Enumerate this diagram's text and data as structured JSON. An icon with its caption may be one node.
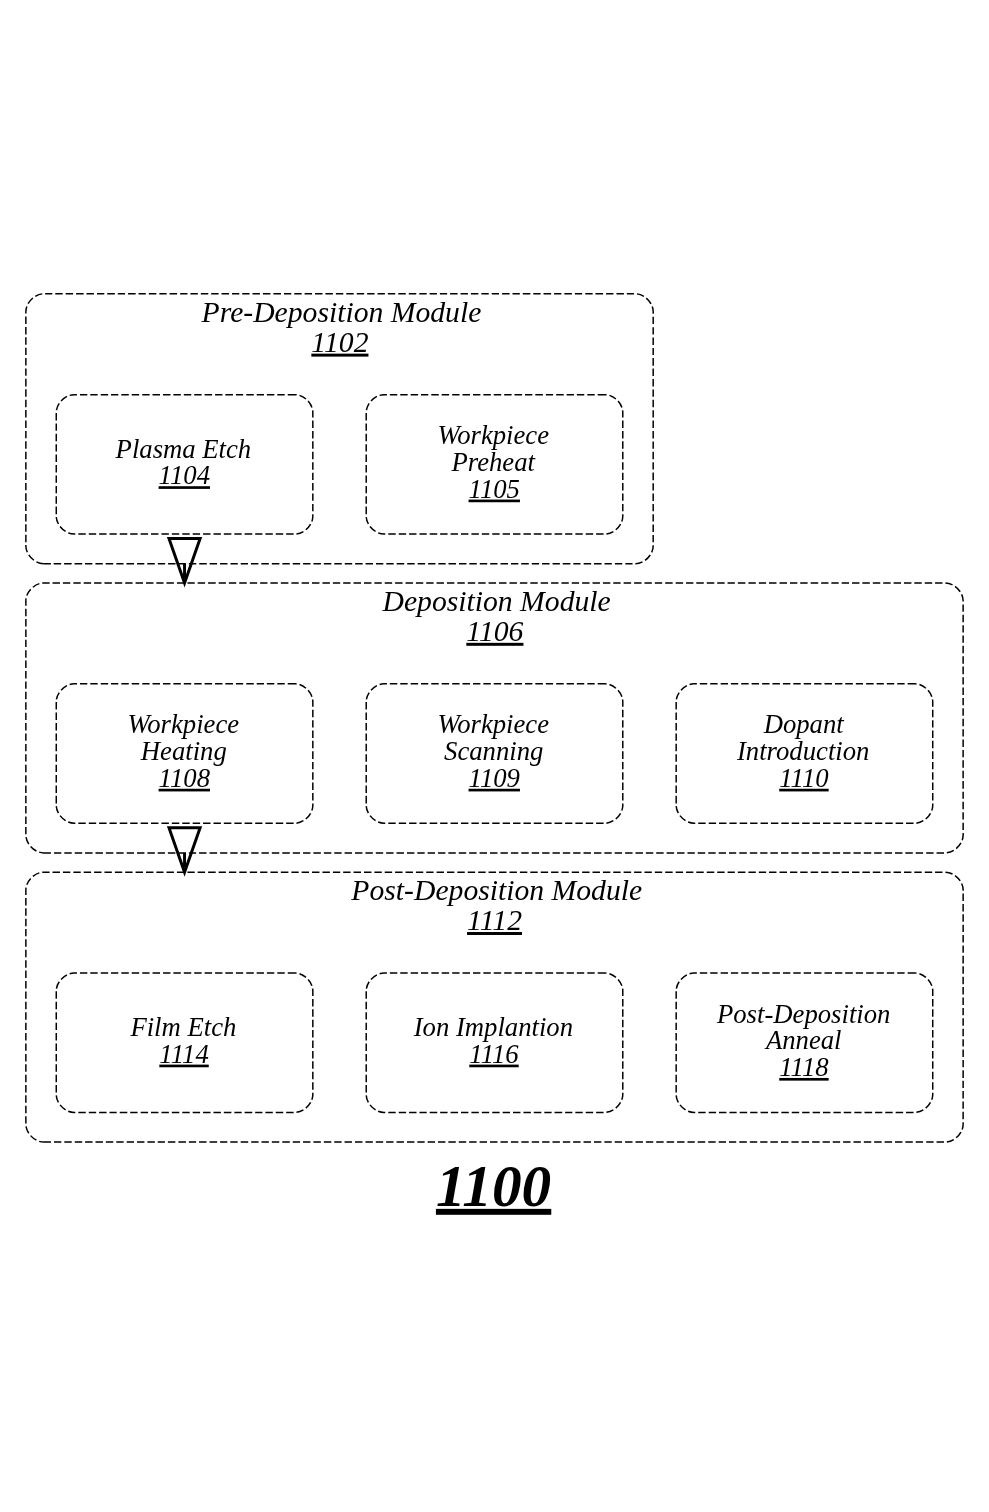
{
  "diagram": {
    "caption": "1100",
    "nodes": [
      {
        "text": [
          "Pre-Deposition Module",
          "1102"
        ]
      },
      {
        "text": [
          "Plasma Etch",
          "1104"
        ],
        "in": 0
      },
      {
        "text": [
          "Workpiece Preheat",
          "1105"
        ],
        "in": 0
      },
      {
        "text": [
          "Deposition Module",
          "1106"
        ]
      },
      {
        "text": [
          "Workpiece Heating",
          "1108"
        ],
        "in": 3
      },
      {
        "text": [
          "Workpiece Scanning",
          "1109"
        ],
        "in": 3
      },
      {
        "text": [
          "Dopant Introduction",
          "1110"
        ],
        "in": 3
      },
      {
        "text": [
          "Post-Deposition Module",
          "1112"
        ]
      },
      {
        "text": [
          "Film Etch",
          "1114"
        ],
        "in": 7
      },
      {
        "text": [
          "Ion Implantion",
          "1116"
        ],
        "in": 7
      },
      {
        "text": [
          "Post-Deposition Anneal",
          "1118"
        ],
        "in": 7
      }
    ],
    "edges": [
      {
        "from": 0,
        "to": 3,
        "arrow": "to"
      },
      {
        "from": 3,
        "to": 7,
        "arrow": "to"
      }
    ]
  }
}
